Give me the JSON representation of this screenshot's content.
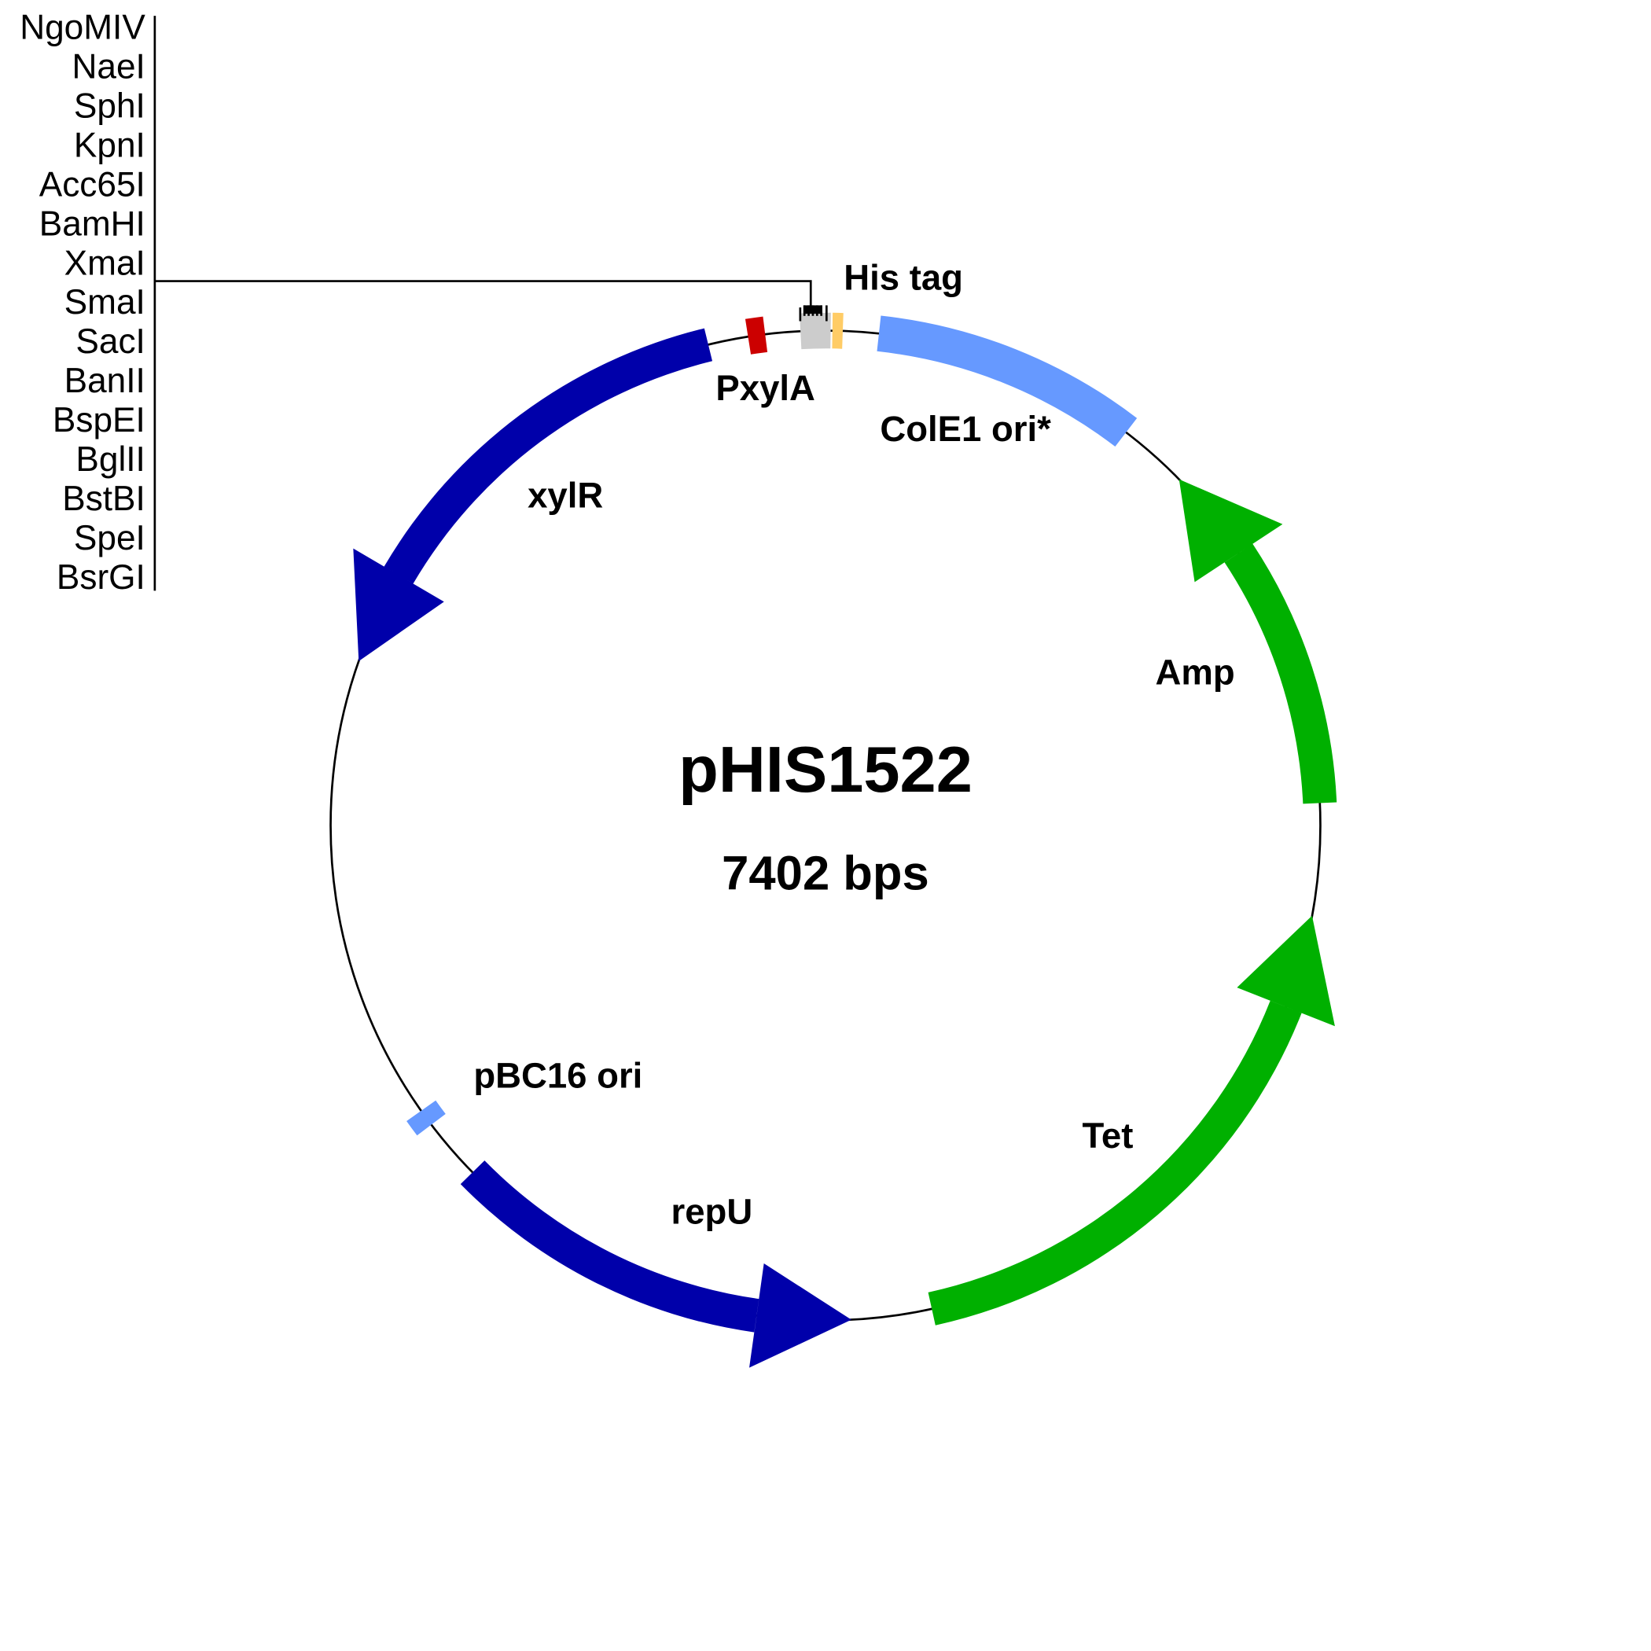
{
  "plasmid": {
    "name": "pHIS1522",
    "size_label": "7402 bps"
  },
  "colors": {
    "dark_blue": "#0000AA",
    "green": "#00B000",
    "light_blue": "#6699FF",
    "red": "#CC0000",
    "gray": "#CCCCCC",
    "yellow": "#FFCC66"
  },
  "features": [
    {
      "id": "xylR",
      "label": "xylR",
      "start_deg": 346.3,
      "end_deg": 289.4,
      "arrow": true,
      "color": "#0000AA"
    },
    {
      "id": "PxylA",
      "label": "PxylA",
      "start_deg": 351,
      "end_deg": 353,
      "arrow": false,
      "color": "#CC0000"
    },
    {
      "id": "mcs",
      "label": "",
      "start_deg": 357.1,
      "end_deg": 0.6,
      "arrow": false,
      "color": "#CCCCCC"
    },
    {
      "id": "his_tag",
      "label": "His tag",
      "start_deg": 0.8,
      "end_deg": 2.0,
      "arrow": false,
      "color": "#FFCC66"
    },
    {
      "id": "ColE1",
      "label": "ColE1 ori*",
      "start_deg": 6.2,
      "end_deg": 37.4,
      "arrow": false,
      "color": "#6699FF"
    },
    {
      "id": "Amp",
      "label": "Amp",
      "start_deg": 87.4,
      "end_deg": 45.6,
      "arrow": true,
      "color": "#00B000"
    },
    {
      "id": "Tet",
      "label": "Tet",
      "start_deg": 167.6,
      "end_deg": 100.5,
      "arrow": true,
      "color": "#00B000"
    },
    {
      "id": "repU",
      "label": "repU",
      "start_deg": 225.5,
      "end_deg": 177.0,
      "arrow": true,
      "color": "#0000AA"
    },
    {
      "id": "pBC16",
      "label": "pBC16 ori",
      "start_deg": 232.8,
      "end_deg": 234.8,
      "arrow": false,
      "color": "#6699FF"
    }
  ],
  "enzymes": [
    "NgoMIV",
    "NaeI",
    "SphI",
    "KpnI",
    "Acc65I",
    "BamHI",
    "XmaI",
    "SmaI",
    "SacI",
    "BanII",
    "BspEI",
    "BglII",
    "BstBI",
    "SpeI",
    "BsrGI"
  ]
}
